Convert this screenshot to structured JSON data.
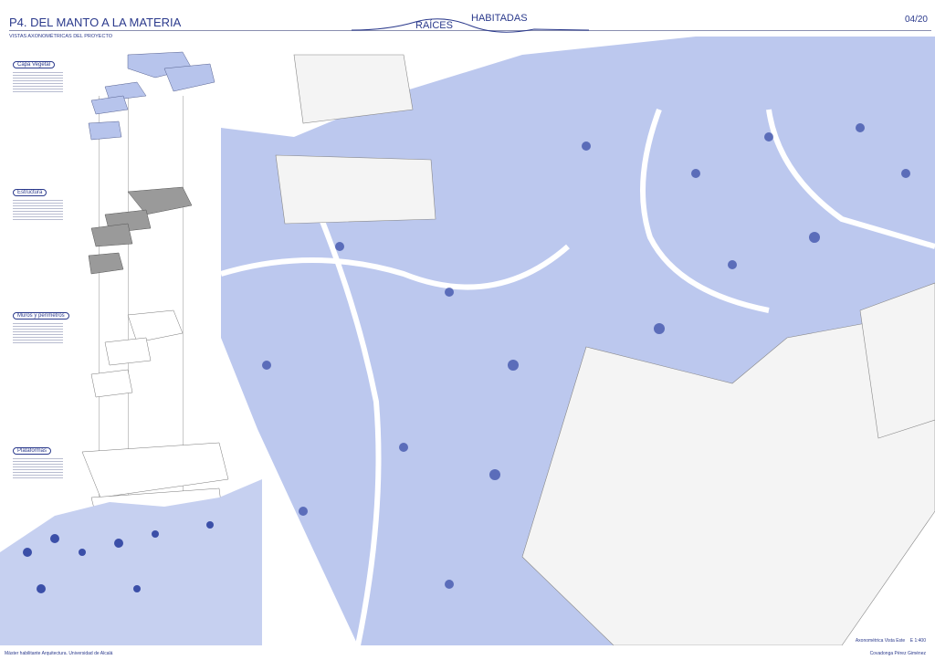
{
  "header": {
    "title": "P4. DEL MANTO A LA MATERIA",
    "subtitle": "VISTAS AXONOMÉTRICAS DEL PROYECTO",
    "motto_1": "RAÍCES",
    "motto_2": "HABITADAS",
    "page": "04/20"
  },
  "layers": [
    {
      "label": "Capa Vegetal"
    },
    {
      "label": "Estructura"
    },
    {
      "label": "Muros y perímetros"
    },
    {
      "label": "Plataformas"
    }
  ],
  "drawing": {
    "caption": "Axonométrica Vista Este    E 1:400"
  },
  "footer": {
    "left": "Máster habilitante Arquitectura. Universidad de Alcalá",
    "right": "Covadonga Pérez Giménez"
  },
  "colors": {
    "accent": "#2b3a8c",
    "field": "#bcc8ee",
    "tree": "#3b4fa8"
  }
}
